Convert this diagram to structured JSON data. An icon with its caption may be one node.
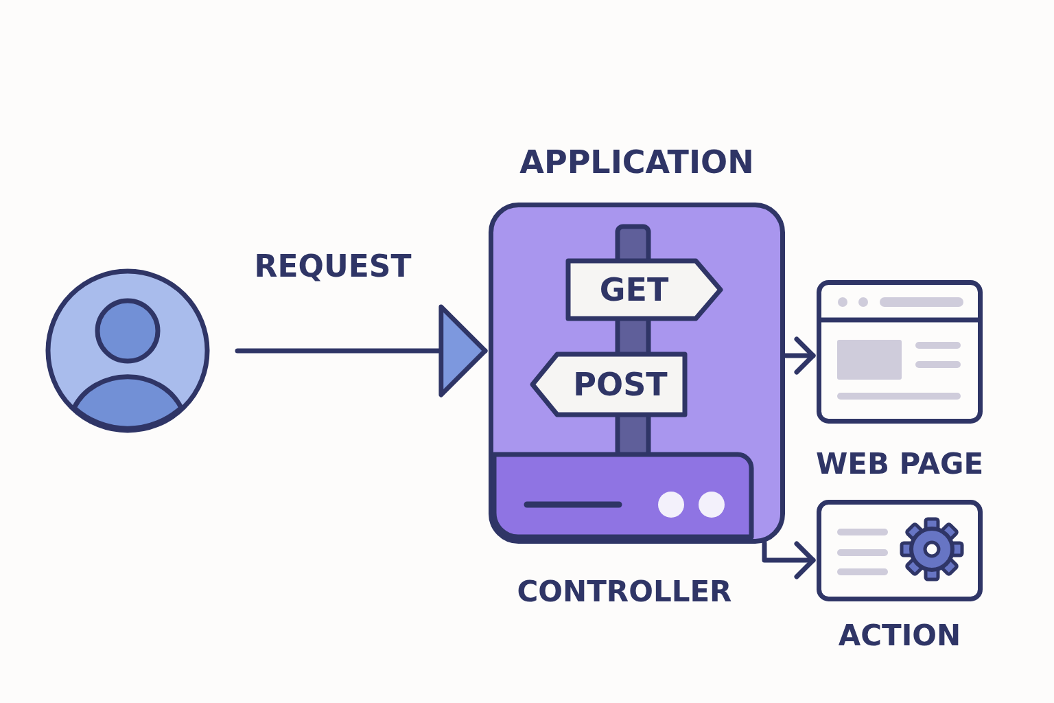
{
  "diagram": {
    "nodes": [
      {
        "text": [],
        "shape": "person"
      },
      {
        "text": [
          "APPLICATION"
        ],
        "beside": [
          "CONTROLLER"
        ]
      },
      {
        "text": [
          "GET"
        ],
        "in": 1
      },
      {
        "text": [
          "POST"
        ],
        "in": 1
      },
      {
        "text": [
          "WEB PAGE"
        ]
      },
      {
        "text": [
          "ACTION"
        ]
      }
    ],
    "edges": [
      {
        "from": 0,
        "to": 1,
        "arrow": "to",
        "label": "REQUEST"
      },
      {
        "from": 1,
        "to": 4,
        "arrow": "to"
      },
      {
        "from": 1,
        "to": 5,
        "arrow": "to"
      }
    ]
  }
}
